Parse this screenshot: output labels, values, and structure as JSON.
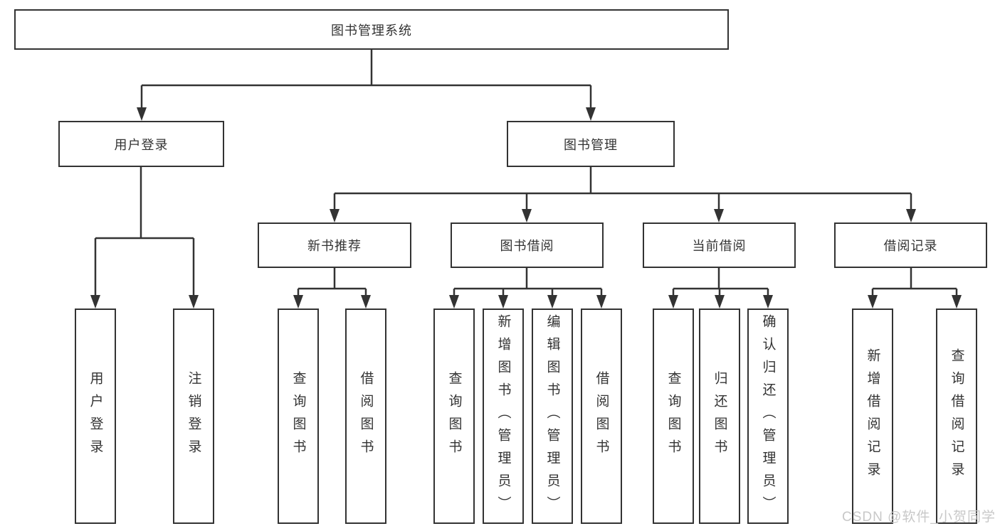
{
  "diagram": {
    "root": {
      "label": "图书管理系统"
    },
    "branches": [
      {
        "label": "用户登录",
        "children": [
          {
            "label": "用户登录"
          },
          {
            "label": "注销登录"
          }
        ]
      },
      {
        "label": "图书管理",
        "children": [
          {
            "label": "新书推荐",
            "children": [
              {
                "label": "查询图书"
              },
              {
                "label": "借阅图书"
              }
            ]
          },
          {
            "label": "图书借阅",
            "children": [
              {
                "label": "查询图书"
              },
              {
                "label": "新增图书（管理员）"
              },
              {
                "label": "编辑图书（管理员）"
              },
              {
                "label": "借阅图书"
              }
            ]
          },
          {
            "label": "当前借阅",
            "children": [
              {
                "label": "查询图书"
              },
              {
                "label": "归还图书"
              },
              {
                "label": "确认归还（管理员）"
              }
            ]
          },
          {
            "label": "借阅记录",
            "children": [
              {
                "label": "新增借阅记录"
              },
              {
                "label": "查询借阅记录"
              }
            ]
          }
        ]
      }
    ],
    "line_color": "#333333"
  },
  "watermark": {
    "text": "CSDN @软件_小贺同学",
    "color": "#c8c8c8"
  }
}
